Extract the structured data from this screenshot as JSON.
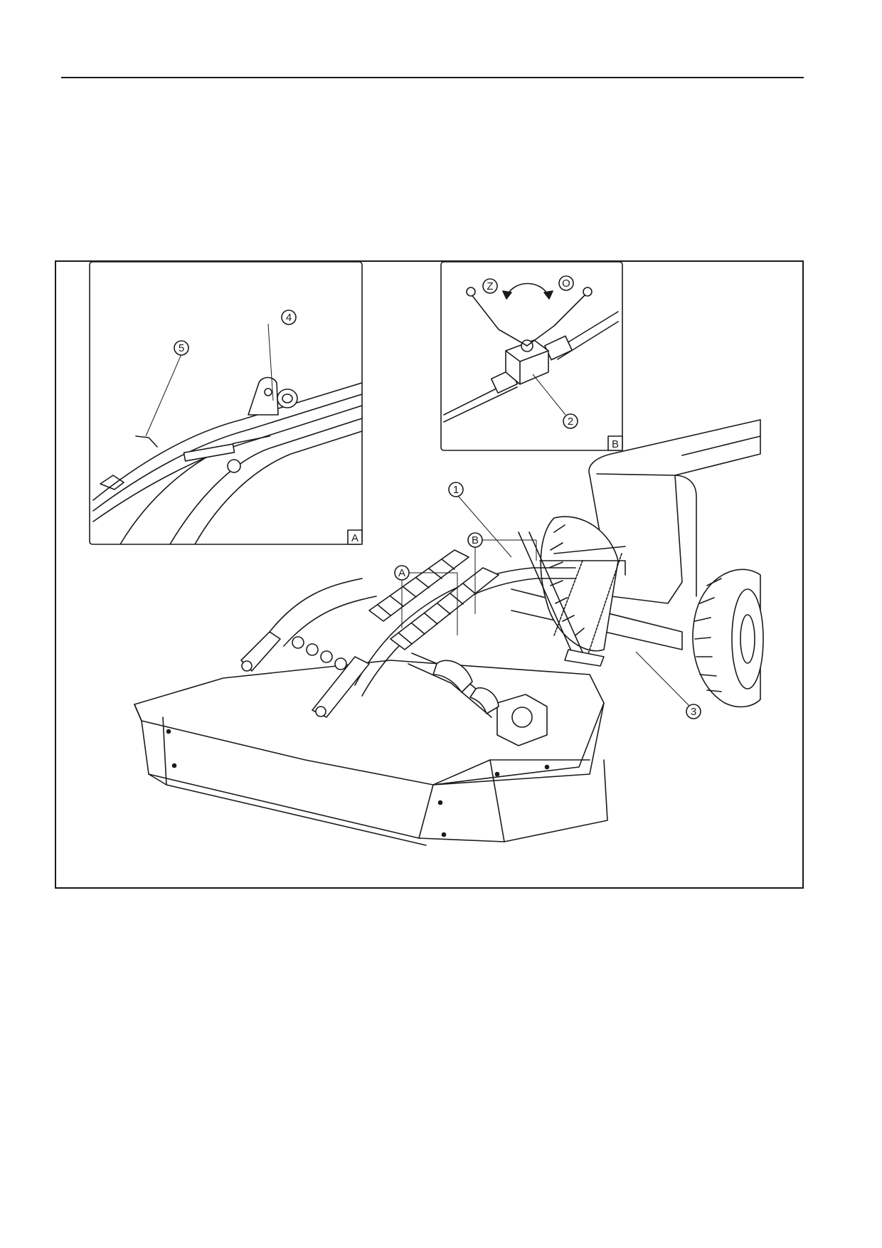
{
  "figure": {
    "callouts": {
      "c1": "1",
      "c2": "2",
      "c3": "3",
      "c4": "4",
      "c5": "5",
      "ca": "A",
      "cb": "B"
    },
    "inset_a": {
      "tag": "A"
    },
    "inset_b": {
      "tag": "B",
      "position_closed": "Z",
      "position_open": "O"
    }
  }
}
